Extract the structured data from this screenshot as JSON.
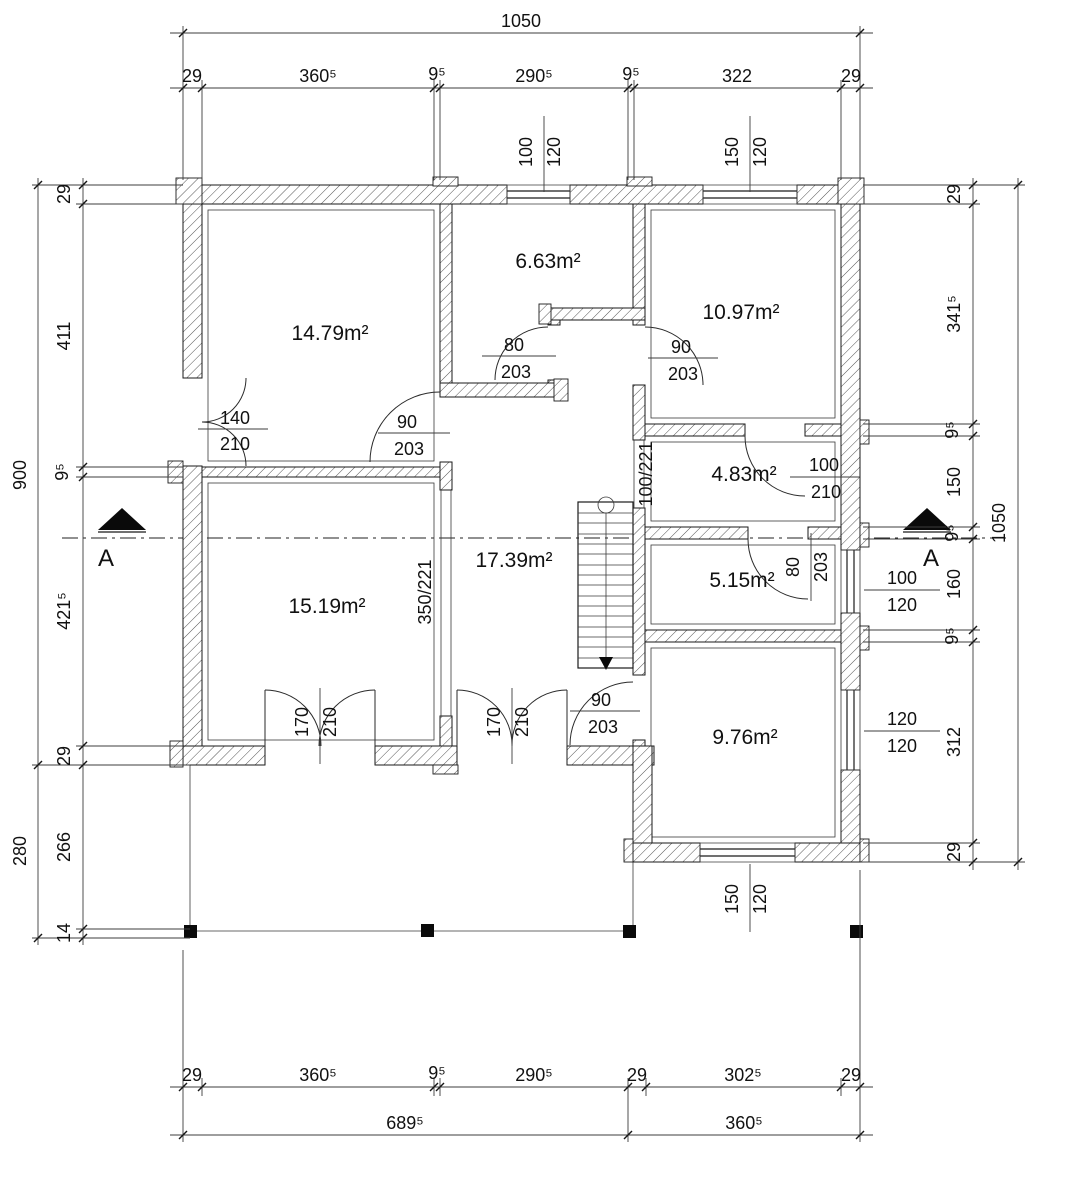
{
  "drawing": {
    "section_label": "A",
    "rooms": {
      "r1479": "14.79m²",
      "r663": "6.63m²",
      "r1097": "10.97m²",
      "r483": "4.83m²",
      "r1739": "17.39m²",
      "r515": "5.15m²",
      "r1519": "15.19m²",
      "r976": "9.76m²"
    },
    "dims": {
      "top_total": "1050",
      "top_chain": [
        "29",
        "360⁵",
        "9⁵",
        "290⁵",
        "9⁵",
        "322",
        "29"
      ],
      "bottom_chain": [
        "29",
        "360⁵",
        "9⁵",
        "290⁵",
        "29",
        "302⁵",
        "29"
      ],
      "bottom_totals": [
        "689⁵",
        "360⁵"
      ],
      "left_outer": [
        "900",
        "280"
      ],
      "left_chain": [
        "29",
        "411",
        "9⁵",
        "421⁵",
        "29",
        "266",
        "14"
      ],
      "right_chain": [
        "29",
        "341⁵",
        "9⁵",
        "150",
        "9⁵",
        "160",
        "9⁵",
        "312",
        "29"
      ],
      "right_total": "1050"
    },
    "doors": {
      "d140": {
        "w": "140",
        "h": "210"
      },
      "d90a": {
        "w": "90",
        "h": "203"
      },
      "d80a": {
        "w": "80",
        "h": "203"
      },
      "d90b": {
        "w": "90",
        "h": "203"
      },
      "d100": {
        "w": "100",
        "h": "210"
      },
      "d80b": {
        "w": "80",
        "h": "203"
      },
      "d90c": {
        "w": "90",
        "h": "203"
      },
      "d170a": {
        "w": "170",
        "h": "210"
      },
      "d170b": {
        "w": "170",
        "h": "210"
      }
    },
    "windows": {
      "wt1": {
        "w": "100",
        "h": "120"
      },
      "wt2": {
        "w": "150",
        "h": "120"
      },
      "wr1": {
        "w": "100",
        "h": "120"
      },
      "wr2": {
        "w": "120",
        "h": "120"
      },
      "wb1": {
        "w": "150",
        "h": "120"
      }
    },
    "openings": {
      "o350": "350/221",
      "o100": "100/221"
    }
  }
}
